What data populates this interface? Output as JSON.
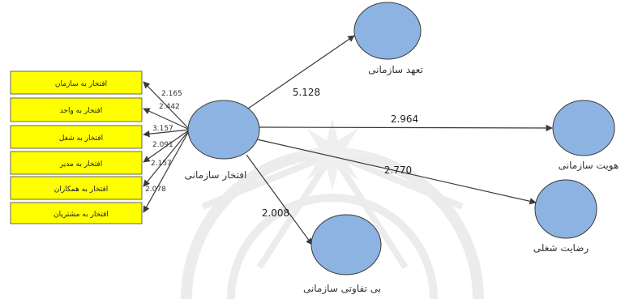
{
  "colors": {
    "indicator_fill": "#FFFF00",
    "construct_fill": "#8DB3E2",
    "line": "#3A3A3A",
    "watermark": "#ECECEC"
  },
  "diagram": {
    "central": {
      "label": "افتخار سازمانی"
    },
    "indicators": [
      {
        "label": "افتخار به سازمان",
        "weight": "2.165"
      },
      {
        "label": "افتخار به واحد",
        "weight": "2.442"
      },
      {
        "label": "افتخار به شغل",
        "weight": "3.157"
      },
      {
        "label": "افتخار به مدیر",
        "weight": "2.091"
      },
      {
        "label": "افتخار به همکاران",
        "weight": "2.157"
      },
      {
        "label": "افتخار به مشتریان",
        "weight": "2.078"
      }
    ],
    "outcomes": [
      {
        "label": "تعهد سازمانی",
        "coefficient": "5.128"
      },
      {
        "label": "هویت سازمانی",
        "coefficient": "2.964"
      },
      {
        "label": "رضایت شغلی",
        "coefficient": "2.770"
      },
      {
        "label": "بی تفاوتی سازمانی",
        "coefficient": "2.008"
      }
    ]
  }
}
